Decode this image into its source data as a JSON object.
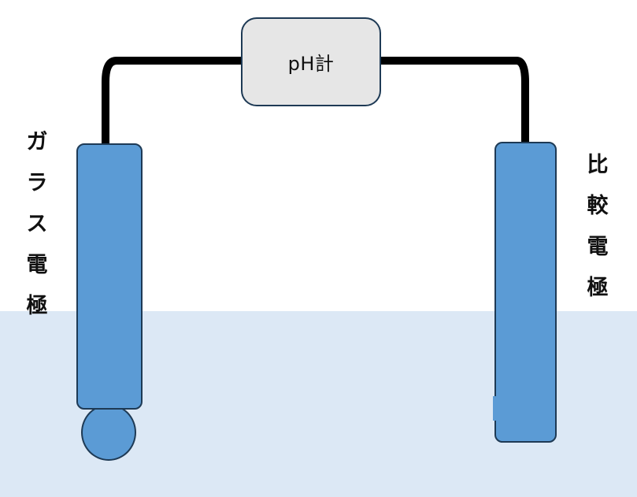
{
  "diagram": {
    "meter_label": "pH計",
    "glass_electrode_label": "ガラス電極",
    "reference_electrode_label": "比較電極"
  },
  "colors": {
    "electrode_fill": "#5b9bd5",
    "electrode_border": "#1e3a55",
    "meter_fill": "#e6e6e6",
    "solution_fill": "#dce8f5",
    "wire": "#000000"
  }
}
